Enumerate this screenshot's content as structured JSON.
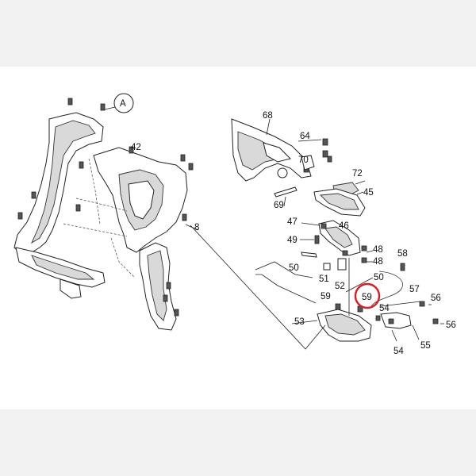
{
  "callouts": {
    "A": "A",
    "n68": "68",
    "n64": "64",
    "n42": "42",
    "n70": "70",
    "n72": "72",
    "n45": "45",
    "n69": "69",
    "n8": "8",
    "n47": "47",
    "n46": "46",
    "n49": "49",
    "n48a": "48",
    "n48b": "48",
    "n58": "58",
    "n50a": "50",
    "n50b": "50",
    "n51": "51",
    "n52": "52",
    "n57": "57",
    "n59a": "59",
    "n59b": "59",
    "n56a": "56",
    "n56b": "56",
    "n54a": "54",
    "n54b": "54",
    "n53": "53",
    "n55": "55"
  },
  "highlight": {
    "label": "59",
    "color": "#d0202a"
  }
}
